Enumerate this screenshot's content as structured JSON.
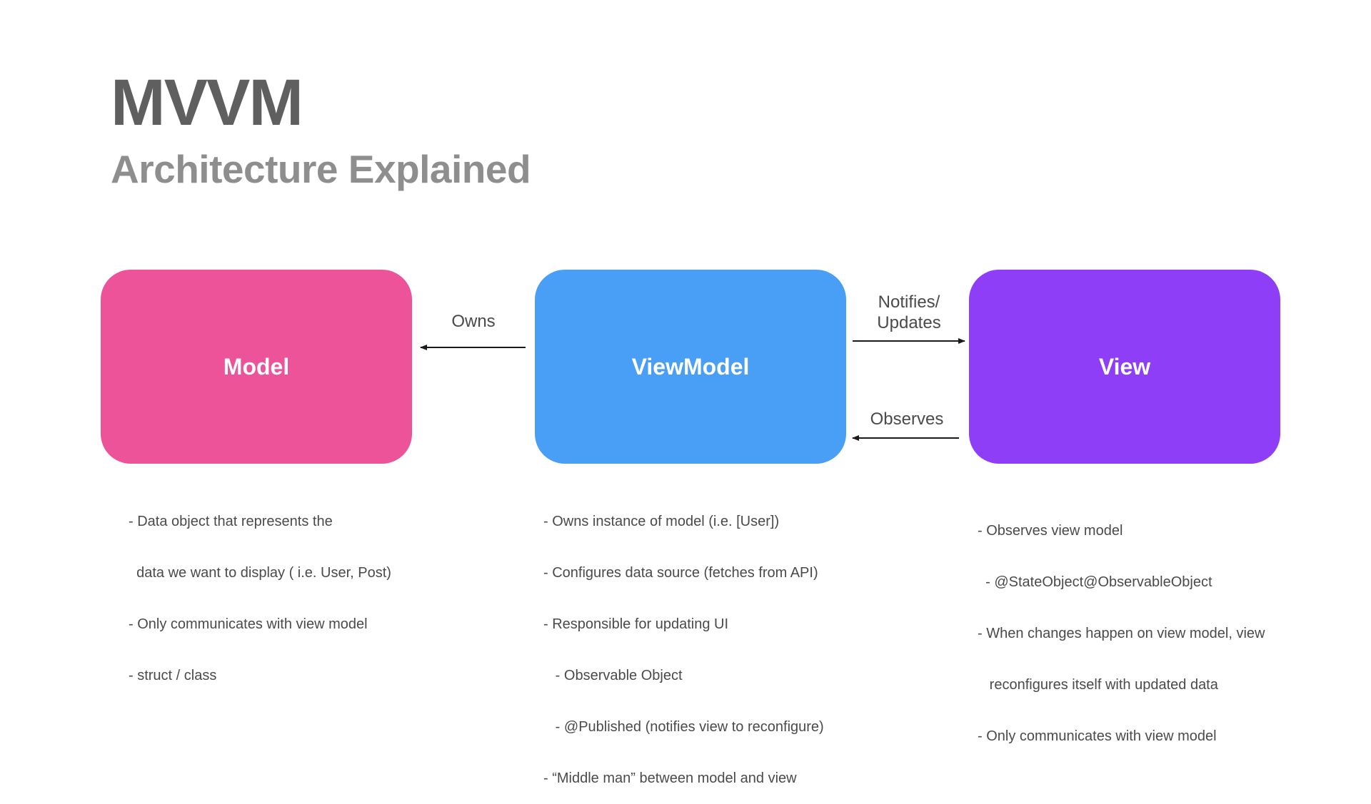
{
  "title": "MVVM",
  "subtitle": "Architecture Explained",
  "colors": {
    "model": "#ec5399",
    "viewmodel": "#499ef6",
    "view": "#8d3ef6",
    "title": "#5f5f5f",
    "subtitle": "#8e8e8e",
    "text": "#4a4a4a"
  },
  "nodes": {
    "model": {
      "label": "Model",
      "notes": [
        "- Data object that represents the",
        "  data we want to display ( i.e. User, Post)",
        "- Only communicates with view model",
        "- struct / class"
      ]
    },
    "viewmodel": {
      "label": "ViewModel",
      "notes": [
        "- Owns instance of model (i.e. [User])",
        "- Configures data source (fetches from API)",
        "- Responsible for updating UI",
        "   - Observable Object",
        "   - @Published (notifies view to reconfigure)",
        "- “Middle man” between model and view"
      ]
    },
    "view": {
      "label": "View",
      "notes": [
        "- Observes view model",
        "  - @StateObject@ObservableObject",
        "- When changes happen on view model, view",
        "   reconfigures itself with updated data",
        "- Only communicates with view model"
      ]
    }
  },
  "edges": {
    "owns": {
      "from": "viewmodel",
      "to": "model",
      "label": "Owns"
    },
    "notifies": {
      "from": "viewmodel",
      "to": "view",
      "label": "Notifies/\nUpdates"
    },
    "observes": {
      "from": "view",
      "to": "viewmodel",
      "label": "Observes"
    }
  }
}
